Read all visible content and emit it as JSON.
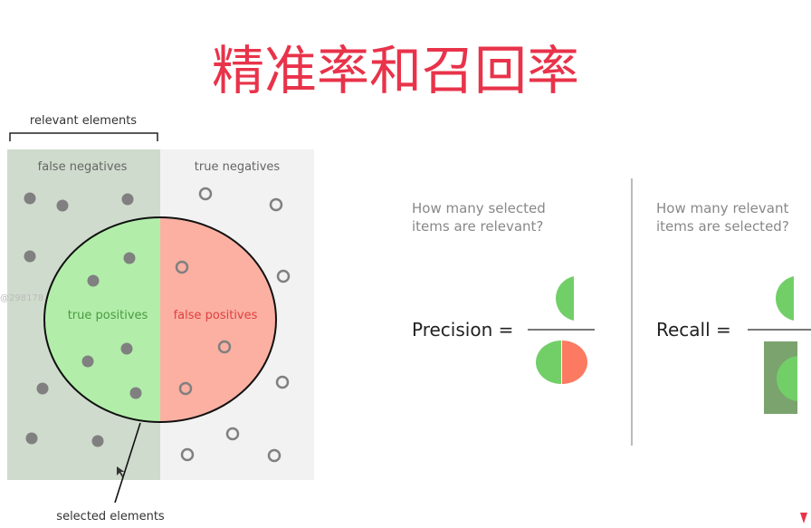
{
  "slide": {
    "title": "精准率和召回率",
    "title_color": "#e8334a",
    "watermark": "@298178"
  },
  "diagram": {
    "relevant_label": "relevant elements",
    "false_negatives_label": "false negatives",
    "true_negatives_label": "true negatives",
    "true_positives_label": "true positives",
    "false_positives_label": "false positives",
    "selected_label": "selected elements",
    "colors": {
      "relevant_bg": "#cfdbcc",
      "irrelevant_bg": "#f2f2f2",
      "true_positive": "#b2eeaa",
      "false_positive": "#fbb0a2",
      "tp_text": "#4a9a40",
      "fp_text": "#e04040",
      "dot": "#808080"
    }
  },
  "formulas": {
    "precision": {
      "question_line1": "How many selected",
      "question_line2": "items are relevant?",
      "label": "Precision ="
    },
    "recall": {
      "question_line1": "How many relevant",
      "question_line2": "items are selected?",
      "label": "Recall ="
    },
    "colors": {
      "green": "#72cf68",
      "red": "#fc7a62",
      "dark_green": "#7aa36e"
    }
  }
}
